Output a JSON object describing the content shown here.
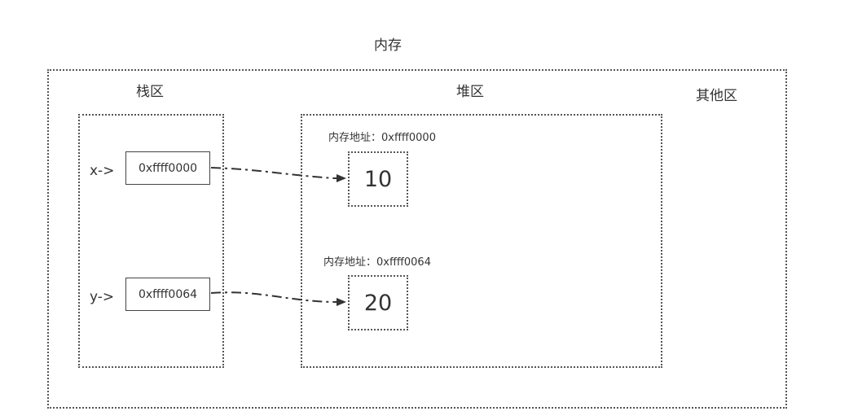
{
  "memory": {
    "title": "内存",
    "other_area": "其他区"
  },
  "stack": {
    "title": "栈区",
    "vars": [
      {
        "name": "x->",
        "pointer": "0xffff0000"
      },
      {
        "name": "y->",
        "pointer": "0xffff0064"
      }
    ]
  },
  "heap": {
    "title": "堆区",
    "cells": [
      {
        "address_label": "内存地址：0xffff0000",
        "value": "10"
      },
      {
        "address_label": "内存地址：0xffff0064",
        "value": "20"
      }
    ]
  },
  "colors": {
    "line": "#333333",
    "border": "#555555"
  }
}
